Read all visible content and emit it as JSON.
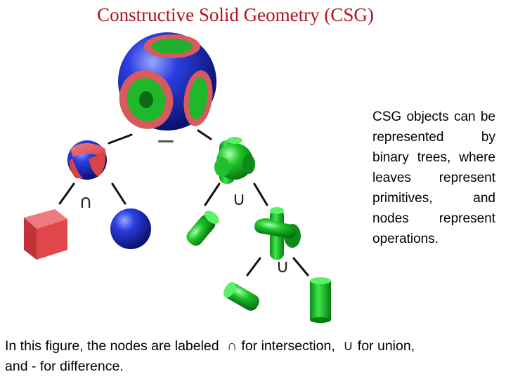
{
  "title": "Constructive Solid Geometry (CSG)",
  "description": "CSG objects can be represented by binary trees, where leaves represent primitives, and nodes represent operations.",
  "caption": {
    "part1": "In this figure, the nodes are labeled",
    "intersection_symbol": "∩",
    "part2": "for intersection,",
    "union_symbol": "∪",
    "part3": "for union,",
    "part4": "and - for difference."
  },
  "operators": {
    "root": "−",
    "left": "∩",
    "right": "∪",
    "lower": "∪"
  },
  "colors": {
    "title": "#b01020",
    "blue_primitive": "#1a2fc8",
    "red_primitive": "#e0474c",
    "green_primitive": "#12b21f"
  }
}
